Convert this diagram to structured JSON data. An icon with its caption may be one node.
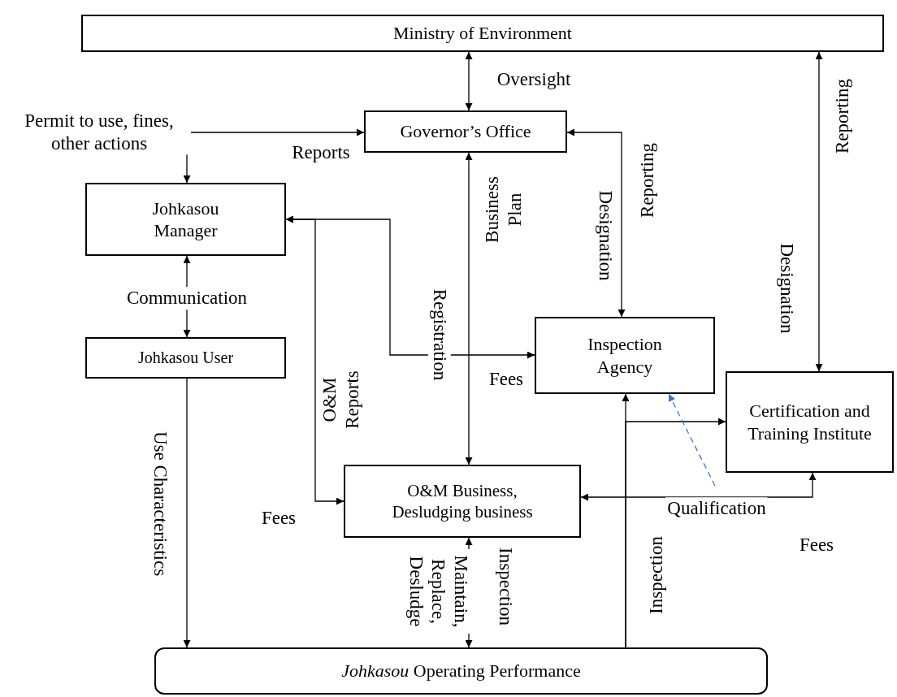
{
  "diagram": {
    "nodes": [
      {
        "text": [
          "Ministry of Environment"
        ]
      },
      {
        "text": [
          "Governor’s Office"
        ]
      },
      {
        "text": [
          "Johkasou Manager"
        ]
      },
      {
        "text": [
          "Johkasou User"
        ]
      },
      {
        "text": [
          "Inspection Agency"
        ]
      },
      {
        "text": [
          "Certification and Training Institute"
        ]
      },
      {
        "text": [
          "O&M Business, Desludging business"
        ]
      },
      {
        "text": [
          "*Johkasou* Operating Performance"
        ]
      }
    ],
    "edges": [
      {
        "from": 0,
        "to": 1,
        "arrow": "both",
        "label": "Oversight"
      },
      {
        "from": 1,
        "to": 2,
        "arrow": "both",
        "label": "Reports"
      },
      {
        "from": 2,
        "to": 3,
        "arrow": "both",
        "label": "Communication"
      },
      {
        "from": 1,
        "to": 6,
        "arrow": "both",
        "label": "Business Plan"
      },
      {
        "from": 1,
        "to": 4,
        "arrow": "both",
        "label": "Reporting"
      },
      {
        "from": 0,
        "to": 5,
        "arrow": "both",
        "label": "Reporting"
      },
      {
        "from": 2,
        "to": 4,
        "arrow": "both",
        "label": "Registration"
      },
      {
        "from": 2,
        "to": 6,
        "arrow": "both",
        "label": "O&M Reports"
      },
      {
        "from": 3,
        "to": 7,
        "arrow": "to",
        "label": "Use Characteristics"
      },
      {
        "from": 6,
        "to": 7,
        "arrow": "both",
        "label": "Maintain, Replace, Desludge"
      },
      {
        "from": 7,
        "to": 4,
        "arrow": "to",
        "label": "Inspection"
      },
      {
        "from": 7,
        "to": 5,
        "arrow": "to"
      },
      {
        "from": 5,
        "to": 6,
        "arrow": "both",
        "label": "Qualification"
      },
      {
        "from": null,
        "to": 4,
        "arrow": "to",
        "style": "dashed",
        "color": "#4472c4"
      }
    ],
    "labels": [
      "Permit to use, fines, other actions",
      "Fees",
      "Designation",
      "Designation",
      "Fees",
      "Inspection",
      "Fees"
    ]
  }
}
